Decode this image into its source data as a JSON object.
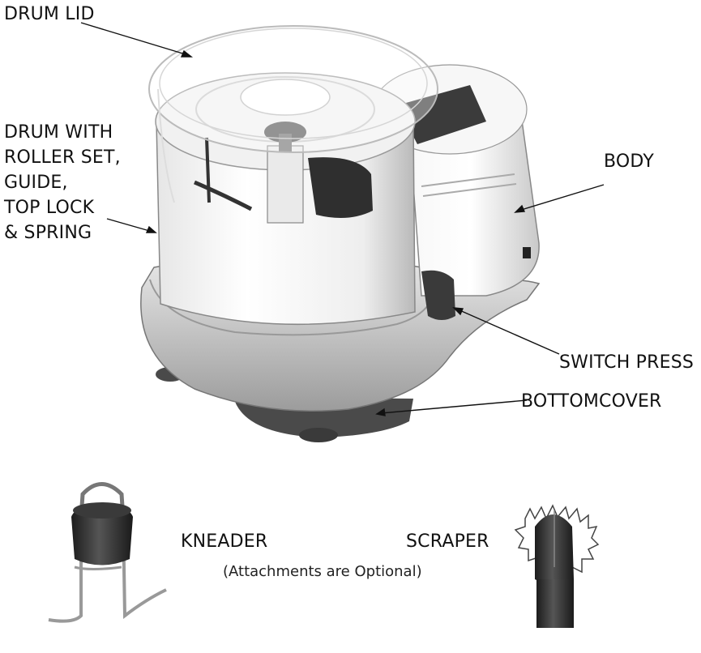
{
  "labels": {
    "drum_lid": "DRUM LID",
    "drum_with_roller": [
      "DRUM WITH",
      "ROLLER SET,",
      "GUIDE,",
      "TOP LOCK",
      "& SPRING"
    ],
    "body": "BODY",
    "switch_press": "SWITCH PRESS",
    "bottom_cover": "BOTTOMCOVER",
    "kneader": "KNEADER",
    "scraper": "SCRAPER",
    "attachments_note": "(Attachments are Optional)"
  },
  "colors": {
    "ink": "#111111",
    "shell": "#f4f4f4",
    "shadow": "#9a9a9a",
    "dark_part": "#2b2b2b",
    "base": "#5a5a5a"
  }
}
